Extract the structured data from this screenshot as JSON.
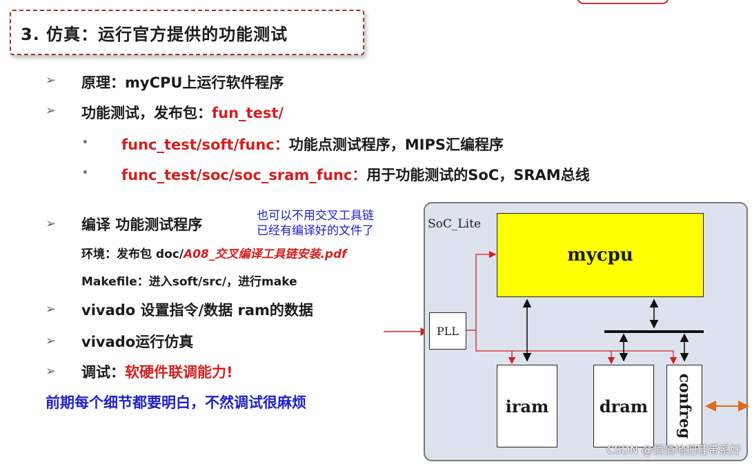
{
  "title": "3. 仿真：运行官方提供的功能测试",
  "bullets": [
    {
      "marker": "➢",
      "prefix": "原理：myCPU上运行软件程序",
      "red": ""
    },
    {
      "marker": "➢",
      "prefix": "功能测试，发布包：",
      "red": "fun_test/"
    }
  ],
  "sub_bullets": [
    {
      "marker": "•",
      "red": "func_test/soft/func：",
      "text": "功能点测试程序，MIPS汇编程序"
    },
    {
      "marker": "•",
      "red": "func_test/soc/soc_sram_func：",
      "text": "用于功能测试的SoC，SRAM总线"
    }
  ],
  "compile": {
    "marker": "➢",
    "heading": "编译 功能测试程序",
    "env_prefix": "环境：发布包 doc/",
    "env_red": "A08_交叉编译工具链安装.pdf",
    "makefile": "Makefile：进入soft/src/，进行make"
  },
  "blue_note": [
    "也可以不用交叉工具链",
    "已经有编译好的文件了"
  ],
  "more_bullets": [
    {
      "marker": "➢",
      "prefix": "vivado 设置指令/数据 ram的数据",
      "red": ""
    },
    {
      "marker": "➢",
      "prefix": "vivado运行仿真",
      "red": ""
    },
    {
      "marker": "➢",
      "prefix": "调试：",
      "red": "软硬件联调能力!"
    }
  ],
  "bottom_note": "前期每个细节都要明白，不然调试很麻烦",
  "diagram": {
    "soc_label": "SoC_Lite",
    "mycpu": "mycpu",
    "pll": "PLL",
    "iram": "iram",
    "dram": "dram",
    "confreg": "confreg"
  },
  "watermark": "CSDN @悄悄地把鞋带系好",
  "colors": {
    "red": "#d41e1e",
    "blue": "#2020c8",
    "cpu_yellow": "#ffff00",
    "title_border": "#b22a2a"
  }
}
